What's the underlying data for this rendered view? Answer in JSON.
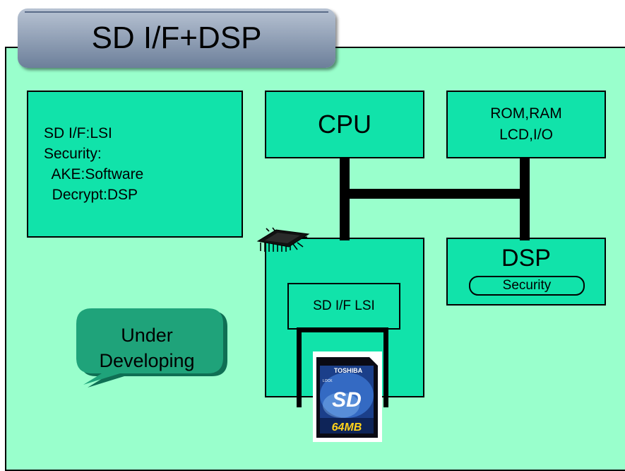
{
  "title": "SD I/F+DSP",
  "info_box": {
    "lines": [
      "SD I/F:LSI",
      "Security:",
      "  AKE:Software",
      "  Decrypt:DSP"
    ]
  },
  "cpu": {
    "label": "CPU"
  },
  "memory_box": {
    "line1": "ROM,RAM",
    "line2": "LCD,I/O"
  },
  "dsp": {
    "label": "DSP",
    "security_label": "Security"
  },
  "sd_lsi": {
    "label": "SD I/F LSI"
  },
  "callout": {
    "line1": "Under",
    "line2": "Developing"
  },
  "sd_card": {
    "brand": "TOSHIBA",
    "lock": "LOCK",
    "logo": "SD",
    "capacity": "64MB"
  },
  "colors": {
    "panel_background": "#99ffcc",
    "box_fill": "#11e3aa",
    "callout_fill": "#1fa37a",
    "title_tab": "#8a9ab2",
    "bus_lines": "#000000"
  }
}
